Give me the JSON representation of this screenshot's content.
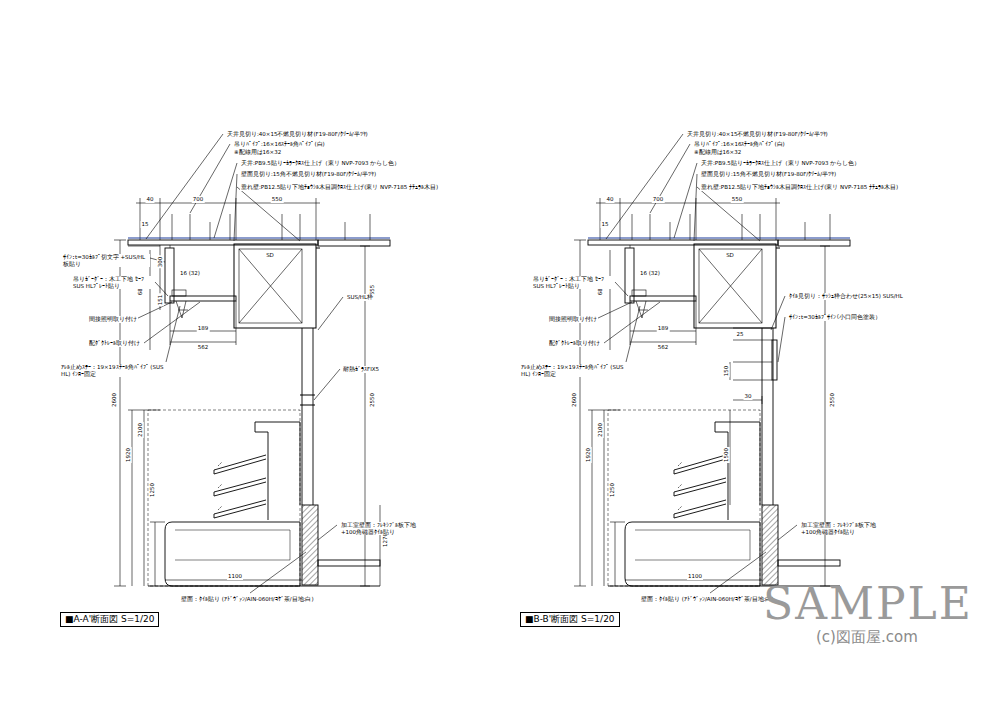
{
  "diagram": {
    "labels": [
      "天井見切り:40×15不燃見切り材(F19-80F/ｸﾘｰﾑ/半ﾂﾔ)",
      "吊りﾊﾟｲﾌﾟ:16×16ｽﾁｰﾙ角ﾊﾟｲﾌﾟ(白)",
      "※配線用は16×32",
      "天井:PB9.5貼りｰｶﾗｰｸﾛｽ仕上げ（東リ NVP-7093 からし色）",
      "壁面見切り:15角不燃見切り材(F19-80F/ｸﾘｰﾑ/半ﾂﾔ)",
      "垂れ壁:PB12.5貼り下地ﾁｮｳｼﾙ木目調ｸﾛｽ仕上げ(東リ NVP-7185 ﾅﾁｭﾗﾙ木目)",
      "40",
      "700",
      "550",
      "15",
      "300",
      "680",
      "151",
      "16 (32)",
      "SD",
      "189",
      "562",
      "655",
      "2550",
      "2600",
      "1920",
      "2100",
      "1250",
      "1270",
      "1100",
      "ｻｲﾝ：t=30ｶﾙﾌﾟ切文字 +SUS/HL板貼り",
      "吊りｶﾞｰﾀﾞｰ：木工下地 ｾｰﾌ SUS HLﾌﾟﾚｰﾄ貼り",
      "間接照明取り付け",
      "配ﾀﾞｸﾄﾚｰﾙ取り付け",
      "ｱﾚﾙ止めｽﾃｰ：19×19ｽﾁｰﾙ角ﾊﾟｲﾌﾟ (SUS HL) ｲﾝﾛｰ固定",
      "SUS/HL枠",
      "耐熱ｶﾞﾗｽFIX5",
      "加工室壁面：ﾌﾚｷｼﾌﾞﾙ板下地 +100角磁器ﾀｲﾙ貼り",
      "壁面：ﾀｲﾙ貼り (ｱﾄﾞｳﾞｧﾝ/AIN-060H/ｺｹﾞ茶/目地:白)",
      "■A-A'断面図 S=1/20",
      "天井見切り:40×15不燃見切り材(F19-80F/ｸﾘｰﾑ/半ﾂﾔ)",
      "吊りﾊﾟｲﾌﾟ:16×16ｽﾁｰﾙ角ﾊﾟｲﾌﾟ(白)",
      "※配線用は16×32",
      "天井:PB9.5貼りｰｶﾗｰｸﾛｽ仕上げ（東リ NVP-7093 からし色）",
      "壁面見切り:15角不燃見切り材(F19-80F/ｸﾘｰﾑ/半ﾂﾔ)",
      "垂れ壁:PB12.5貼り下地ﾁｮｳｼﾙ木目調ｸﾛｽ仕上げ(東リ NVP-7185 ﾅﾁｭﾗﾙ木目)",
      "40",
      "700",
      "550",
      "15",
      "680",
      "16 (32)",
      "SD",
      "189",
      "562",
      "25",
      "150",
      "30",
      "1500",
      "2550",
      "2600",
      "1920",
      "2100",
      "1250",
      "1100",
      "吊りｶﾞｰﾀﾞｰ：木工下地 ｾｰﾌ SUS HLﾌﾟﾚｰﾄ貼り",
      "間接照明取り付け",
      "配ﾀﾞｸﾄﾚｰﾙ取り付け",
      "ｱﾚﾙ止めｽﾃｰ：19×19ｽﾁｰﾙ角ﾊﾟｲﾌﾟ (SUS HL) ｲﾝﾛｰ固定",
      "ﾀｲﾙ見切り：ｻｯｼｭ枠合わせ(25×15) SUS/HL",
      "ｻｲﾝ：t=30ｶﾙﾌﾟｻｲﾝ（小口同色塗装）",
      "加工室壁面：ﾌﾚｷｼﾌﾞﾙ板下地 +100角磁器ﾀｲﾙ貼り",
      "壁面：ﾀｲﾙ貼り (ｱﾄﾞｳﾞｧﾝ/AIN-060H/ｺｹﾞ茶/目地:白)",
      "■B-B'断面図 S=1/20",
      "SAMPLE",
      "(c)図面屋.com"
    ]
  }
}
